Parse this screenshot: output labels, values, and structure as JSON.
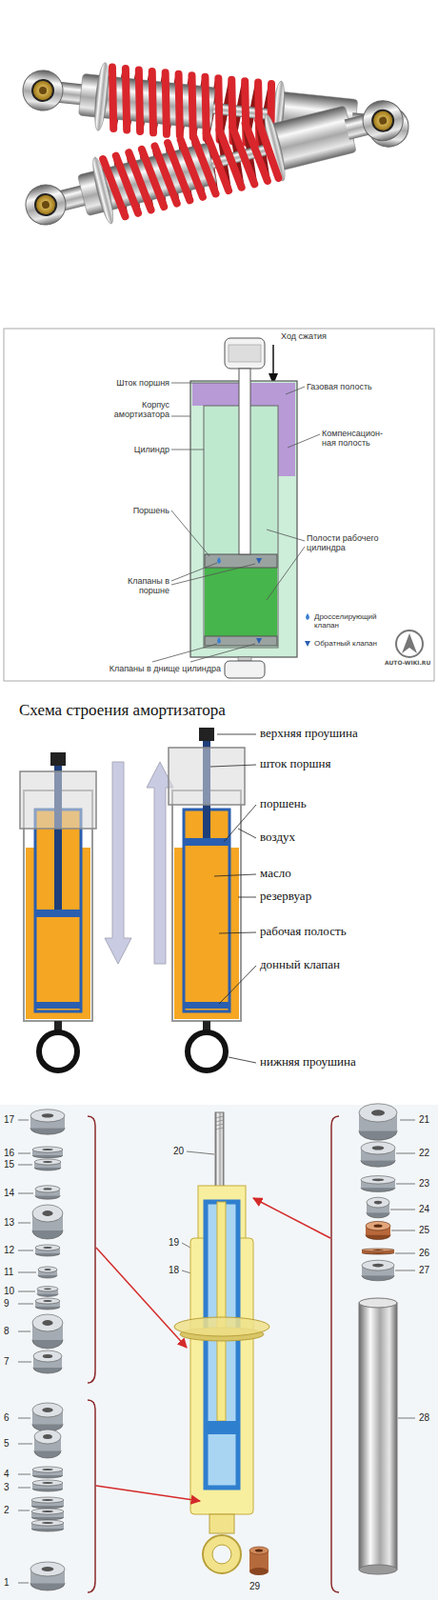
{
  "diagram": {
    "title": "Схема строения амортизатора",
    "labels": [
      "Ход сжатия",
      "Шток поршня",
      "Газовая полость",
      "Корпус амортизатора",
      "Цилиндр",
      "Компенсацион- ная полость",
      "Поршень",
      "Полости рабочего цилиндра",
      "Клапаны в поршне",
      "Клапаны в днище цилиндра",
      "AUTO-WIKI.RU",
      "верхняя проушина",
      "шток поршня",
      "поршень",
      "воздух",
      "масло",
      "резервуар",
      "рабочая полость",
      "донный клапан",
      "нижняя проушина",
      "17",
      "16",
      "15",
      "14",
      "13",
      "12",
      "11",
      "10",
      "9",
      "8",
      "7",
      "6",
      "5",
      "4",
      "3",
      "2",
      "1",
      "20",
      "19",
      "18",
      "29",
      "21",
      "22",
      "23",
      "24",
      "25",
      "26",
      "27",
      "28"
    ],
    "legend": [
      {
        "text": "Дросселирующий клапан"
      },
      {
        "text": "Обратный клапан"
      }
    ]
  }
}
